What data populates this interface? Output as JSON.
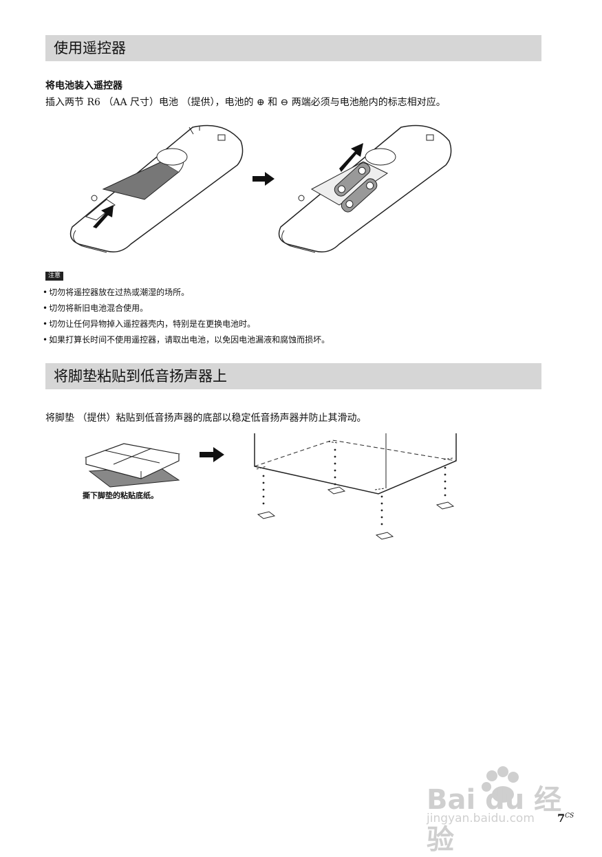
{
  "section1": {
    "title": "使用遥控器",
    "subhead": "将电池装入遥控器",
    "instruction": "插入两节 R6 （AA 尺寸）电池 （提供），电池的 ⊕ 和 ⊖ 两端必须与电池舱内的标志相对应。",
    "note_label": "注意",
    "notes": [
      "切勿将遥控器放在过热或潮湿的场所。",
      "切勿将新旧电池混合使用。",
      "切勿让任何异物掉入遥控器壳内，特别是在更换电池时。",
      "如果打算长时间不使用遥控器，请取出电池，以免因电池漏液和腐蚀而损坏。"
    ]
  },
  "section2": {
    "title": "将脚垫粘贴到低音扬声器上",
    "instruction": "将脚垫 （提供）粘贴到低音扬声器的底部以稳定低音扬声器并防止其滑动。",
    "caption": "撕下脚垫的粘贴底纸。"
  },
  "page": {
    "number": "7",
    "suffix": "CS"
  },
  "watermark": {
    "logo_text": "Bai du 经验",
    "url": "jingyan.baidu.com"
  }
}
